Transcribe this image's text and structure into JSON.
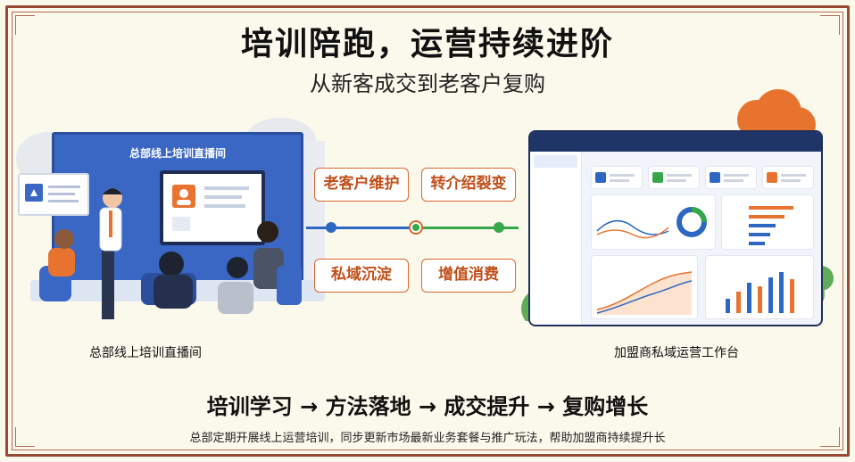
{
  "title": "培训陪跑，运营持续进阶",
  "subtitle": "从新客成交到老客户复购",
  "left_scene": {
    "screen_title": "总部线上培训直播间",
    "caption": "总部线上培训直播间"
  },
  "tags": {
    "t1": "老客户维护",
    "t2": "转介绍裂变",
    "t3": "私域沉淀",
    "t4": "增值消费"
  },
  "right_scene": {
    "caption": "加盟商私域运营工作台"
  },
  "flow_text": "培训学习 → 方法落地 → 成交提升 → 复购增长",
  "note": "总部定期开展线上运营培训，同步更新市场最新业务套餐与推广玩法，帮助加盟商持续提升长",
  "colors": {
    "frame": "#9a4a34",
    "blue": "#3a66c4",
    "orange": "#d9682d",
    "green": "#36a84a"
  }
}
